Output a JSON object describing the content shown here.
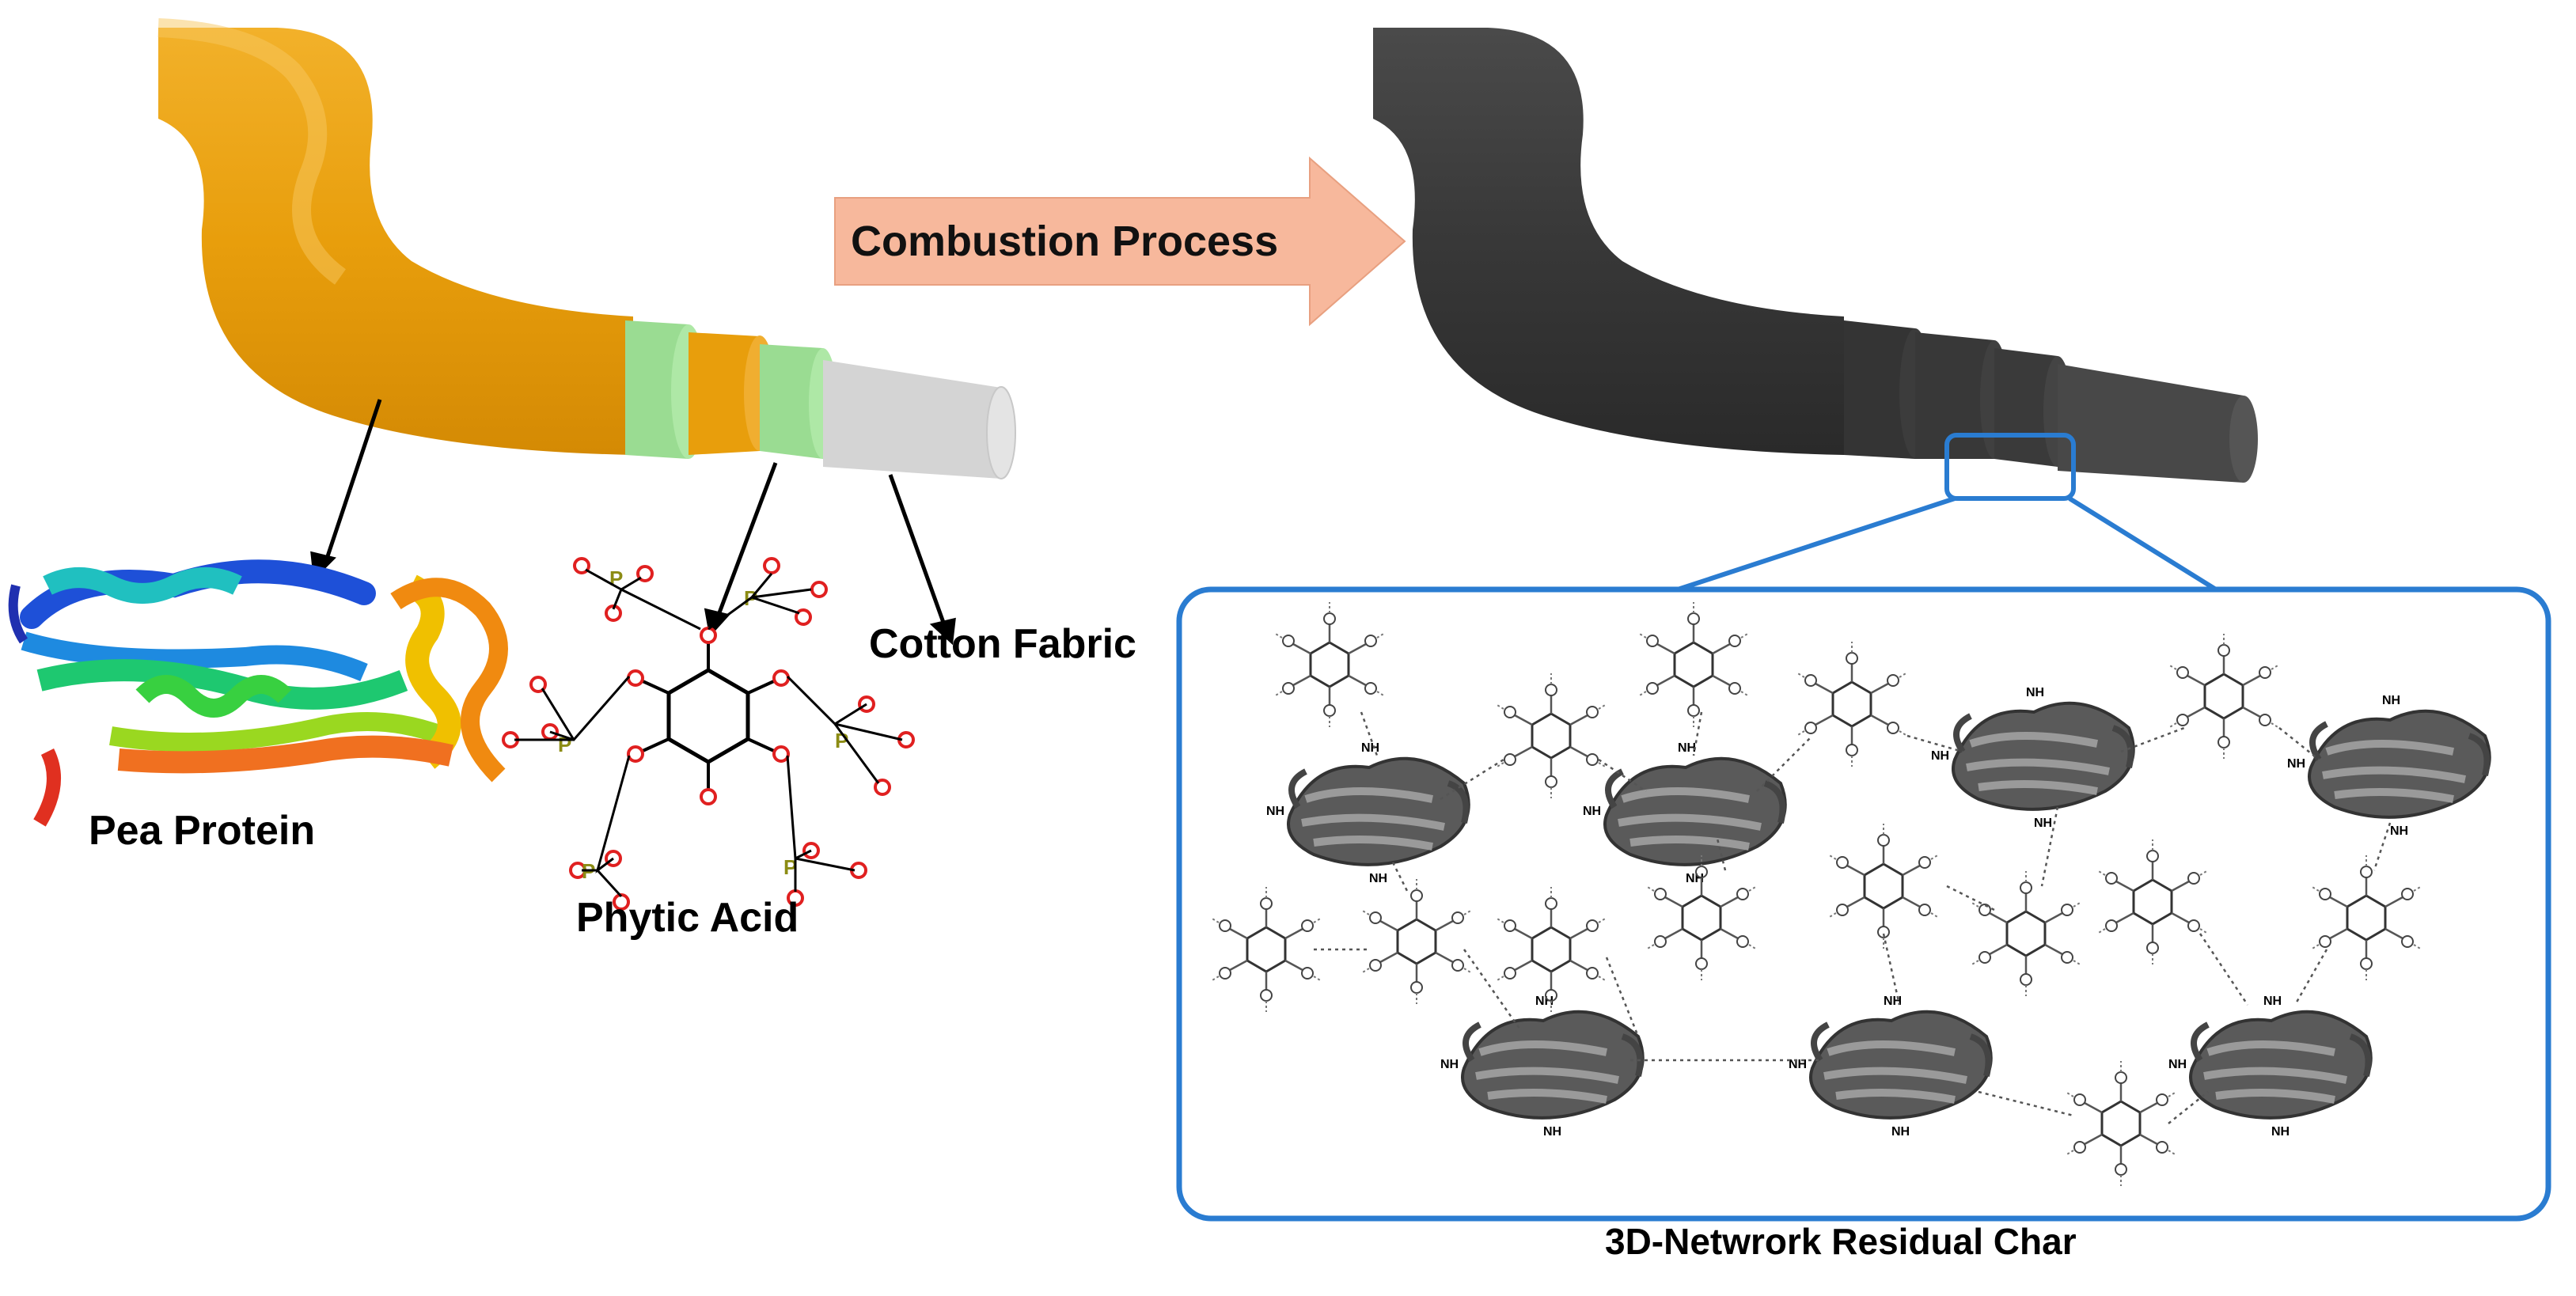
{
  "labels": {
    "pea_protein": "Pea Protein",
    "phytic_acid": "Phytic Acid",
    "cotton_fabric": "Cotton Fabric",
    "process_arrow": "Combustion Process",
    "residual_char": "3D-Netwrork Residual Char"
  },
  "colors": {
    "coated_fiber": "#E8A00C",
    "phytic_layer": "#9ADC92",
    "cotton_core": "#D4D4D4",
    "char_fiber": "#3A3A3A",
    "arrow_fill": "#F7B89C",
    "callout_border": "#2A7CD1",
    "phosphorus_atom": "#8C8C14",
    "oxygen_atom": "#E02020"
  },
  "icons": {
    "protein_structure": "ribbon-protein-icon",
    "phytic_molecule": "phytic-acid-molecule-icon",
    "network": "protein-network-icon"
  }
}
